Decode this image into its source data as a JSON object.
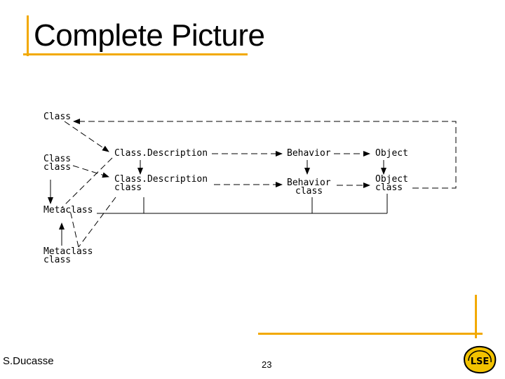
{
  "slide": {
    "title": "Complete Picture",
    "author": "S.Ducasse",
    "page_number": "23",
    "accent_color": "#F2A900"
  },
  "diagram": {
    "nodes": {
      "class": "Class",
      "class_class_line1": "Class",
      "class_class_line2": "class",
      "metaclass": "Metaclass",
      "metaclass_class_line1": "Metaclass",
      "metaclass_class_line2": "class",
      "classdescription": "Class.Description",
      "classdescription_class_line1": "Class.Description",
      "classdescription_class_line2": "class",
      "behavior": "Behavior",
      "behavior_class_line1": "Behavior",
      "behavior_class_line2": "class",
      "object": "Object",
      "object_class_line1": "Object",
      "object_class_line2": "class"
    }
  },
  "logo": {
    "text": "LSE",
    "icon": "lse-logo-icon"
  }
}
